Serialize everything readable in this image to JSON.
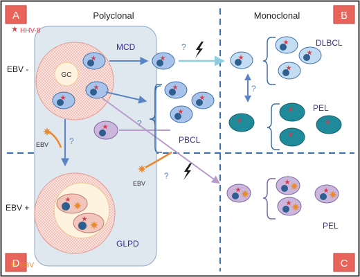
{
  "headers": {
    "left": "Polyclonal",
    "right": "Monoclonal"
  },
  "rows": {
    "top": "EBV -",
    "bottom": "EBV +"
  },
  "corners": {
    "a": "A",
    "b": "B",
    "c": "C",
    "d": "D"
  },
  "legend": {
    "hhv8": "HHV-8",
    "ebv": "EBV"
  },
  "labels": {
    "gc": "GC",
    "mcd": "MCD",
    "pbcl": "PBCL",
    "glpd": "GLPD",
    "dlbcl": "DLBCL",
    "pel_top": "PEL",
    "pel_bottom": "PEL",
    "ebv_left": "EBV",
    "ebv_center": "EBV",
    "q_mcd": "?",
    "q_vertical": "?",
    "q_lilac": "?",
    "q_center": "?",
    "q_dlbcl_pel": "?"
  },
  "colors": {
    "corner_red": "#e8645a",
    "dashed_blue": "#3b6fb6",
    "cell_blue": "#a8c4ea",
    "nucleus_dark": "#2e5f8e",
    "pel_teal": "#1f8a9a",
    "lilac": "#cdb6dc",
    "hhv8_red": "#d43a4a",
    "ebv_orange": "#e8892e",
    "stripe_red": "#f2b8b0",
    "panel_bg": "#dfe7ef"
  },
  "icons": [
    "hhv8-star-icon",
    "ebv-sun-icon",
    "lightning-bolt-icon"
  ]
}
